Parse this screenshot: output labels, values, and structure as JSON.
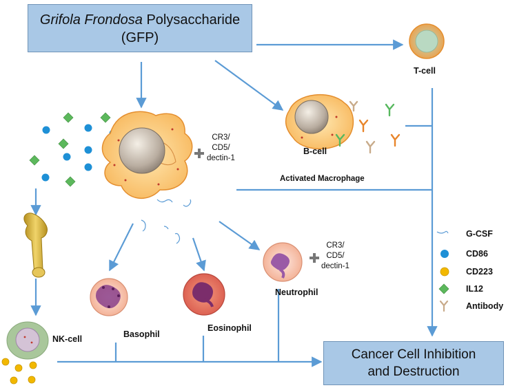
{
  "title": {
    "italic": "Grifola Frondosa",
    "rest": " Polysaccharide",
    "line2": "(GFP)"
  },
  "result": {
    "line1": "Cancer Cell Inhibition",
    "line2": "and Destruction"
  },
  "cells": {
    "tcell": "T-cell",
    "bcell": "B-cell",
    "activated": "Activated Macrophage",
    "nkcell": "NK-cell",
    "basophil": "Basophil",
    "eosinophil": "Eosinophil",
    "neutrophil": "Neutrophil"
  },
  "receptors": {
    "line1": "CR3/",
    "line2": "CD5/",
    "line3": "dectin-1"
  },
  "legend": [
    {
      "icon": "squiggle-icon",
      "label": "G-CSF"
    },
    {
      "icon": "blue-circle-icon",
      "label": "CD86"
    },
    {
      "icon": "yellow-circle-icon",
      "label": "CD223"
    },
    {
      "icon": "green-diamond-icon",
      "label": "IL12"
    },
    {
      "icon": "antibody-icon",
      "label": "Antibody"
    }
  ],
  "colors": {
    "arrow": "#5b9bd5",
    "box_fill": "#a9c8e6",
    "cd86": "#1e90d6",
    "cd223": "#f2b800",
    "il12": "#5cb85c"
  }
}
